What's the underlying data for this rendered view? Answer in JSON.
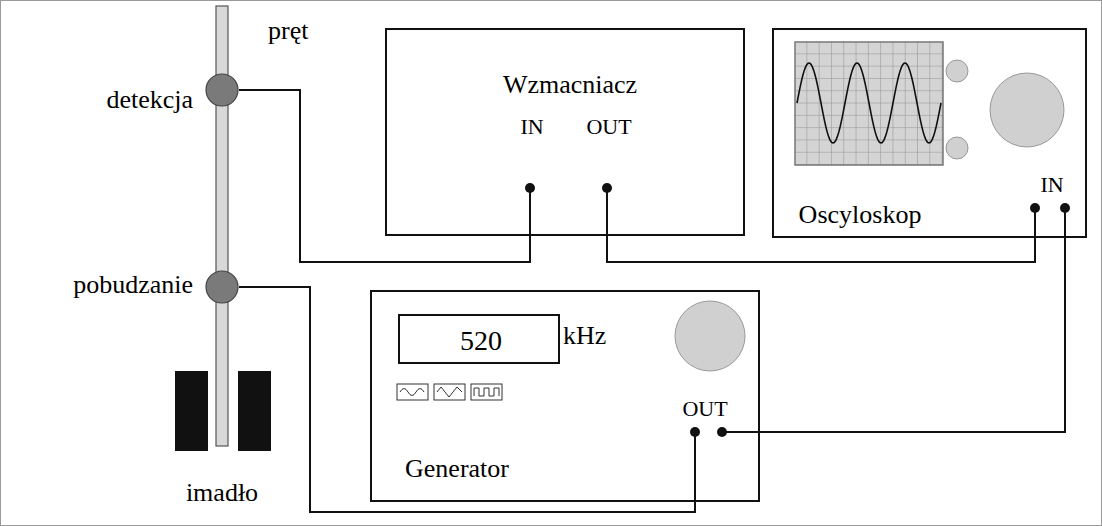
{
  "diagram": {
    "nodes": [
      {
        "text": [
          "detekcja"
        ]
      },
      {
        "text": [
          "Wzmacniacz",
          "IN",
          "OUT"
        ]
      },
      {
        "text": [
          "Oscyloskop",
          "IN"
        ]
      },
      {
        "text": [
          "pobudzanie"
        ]
      },
      {
        "text": [
          "Generator",
          "OUT"
        ]
      },
      {
        "text": [
          "520"
        ],
        "in": 4
      }
    ],
    "edges": [
      {
        "from": 0,
        "to": 1,
        "arrow": "none"
      },
      {
        "from": 1,
        "to": 2,
        "arrow": "none"
      },
      {
        "from": 3,
        "to": 4,
        "arrow": "none"
      },
      {
        "from": 4,
        "to": 2,
        "arrow": "none"
      }
    ],
    "labels": [
      "pręt",
      "kHz",
      "imadło"
    ]
  }
}
